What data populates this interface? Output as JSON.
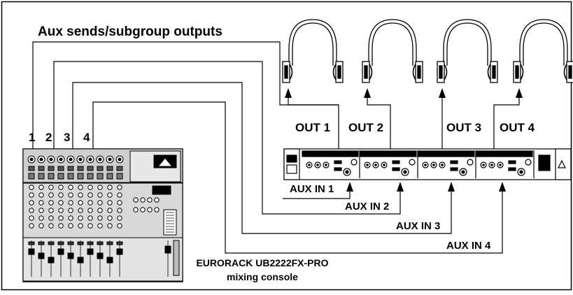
{
  "diagram": {
    "title": "Aux sends/subgroup outputs",
    "channel_numbers": [
      "1",
      "2",
      "3",
      "4"
    ],
    "outputs": [
      "OUT 1",
      "OUT 2",
      "OUT 3",
      "OUT 4"
    ],
    "aux_inputs": [
      "AUX IN 1",
      "AUX IN 2",
      "AUX IN 3",
      "AUX IN 4"
    ],
    "console_caption": {
      "line1": "EURORACK UB2222FX-PRO",
      "line2": "mixing console"
    },
    "devices": {
      "headphones_count": 4,
      "line_color": "#000000",
      "background": "#ffffff"
    }
  }
}
